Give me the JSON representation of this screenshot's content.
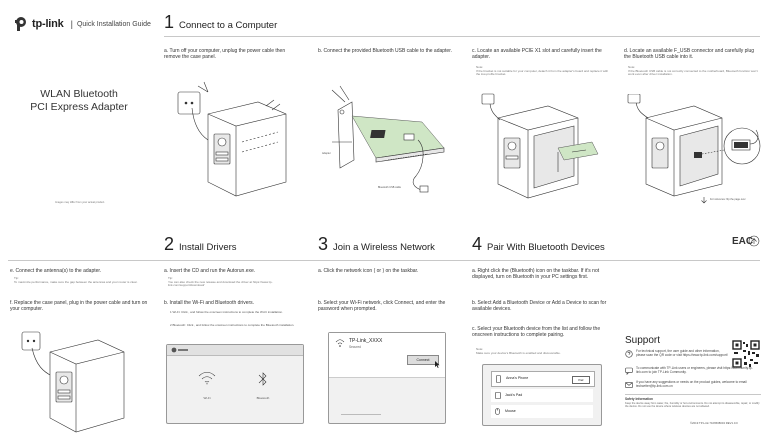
{
  "brand": {
    "logo_text": "tp-link",
    "guide_title": "Quick Installation Guide"
  },
  "product": {
    "line1": "WLAN Bluetooth",
    "line2": "PCI Express Adapter",
    "disclaimer": "Images may differ from your actual product."
  },
  "section1": {
    "number": "1",
    "title": "Connect to a Computer",
    "steps": {
      "a": "a. Turn off your computer, unplug the power cable then remove the case panel.",
      "b": "b. Connect the provided Bluetooth USB cable to the adapter.",
      "c": "c. Locate an available PCIE X1 slot and carefully insert the adapter.",
      "c_note_label": "Note:",
      "c_note": "If the bracket is not suitable for your computer, detach it from the adapter's board and replace it with the low-profile bracket.",
      "d": "d. Locate an available F_USB connector and carefully plug the Bluetooth USB cable into it.",
      "d_note_label": "Note:",
      "d_note": "If the Bluetooth USB cable is not correctly connected to the motherboard, Bluetooth function won't work even after driver installation.",
      "e": "e. Connect the antenna(s) to the adapter.",
      "e_tip_label": "Tip:",
      "e_tip": "To maximize performance, make sure the gap between the antennas and your router is clear.",
      "f": "f. Replace the case panel, plug in the power cable and turn on your computer."
    },
    "captions": {
      "adapter": "Adapter",
      "cable": "Bluetooth USB cable",
      "arrow_note": "For reference: flip the page over"
    }
  },
  "section2": {
    "number": "2",
    "title": "Install Drivers",
    "a": "a. Insert the CD and run the Autorun.exe.",
    "a_tip_label": "Tip:",
    "a_tip": "You can also check the new release and download the driver at https://www.tp-link.com/support/download/",
    "b": "b. Install the Wi-Fi and Bluetooth drivers.",
    "b1": "1 Wi-Fi: Click , and follow the onscreen instructions to complete the Wi-Fi installation.",
    "b2": "2 Bluetooth: Click , and follow the onscreen instructions to complete the Bluetooth installation.",
    "ui_wifi_label": "Wi-Fi",
    "ui_bt_label": "Bluetooth"
  },
  "section3": {
    "number": "3",
    "title": "Join a Wireless Network",
    "a": "a. Click the network icon ( or ) on the taskbar.",
    "b": "b. Select your Wi-Fi network, click Connect, and enter the password when prompted.",
    "network_name": "TP-Link_XXXX",
    "network_status": "Secured",
    "connect_label": "Connect"
  },
  "section4": {
    "number": "4",
    "title": "Pair With Bluetooth Devices",
    "a": "a. Right click the (Bluetooth) icon on the taskbar. If it's not displayed, turn on Bluetooth in your PC settings first.",
    "b": "b. Select Add a Bluetooth Device or Add a Device to scan for available devices.",
    "c": "c. Select your Bluetooth device from the list and follow the onscreen instructions to complete pairing.",
    "c_note_label": "Note:",
    "c_note": "Make sure your device's Bluetooth is enabled and discoverable.",
    "devices": [
      "Anna's Phone",
      "Jack's Pad",
      "Mouse"
    ],
    "pair_label": "Pair"
  },
  "support": {
    "title": "Support",
    "line1": "For technical support, the user guide and other information, please scan the QR code or visit https://www.tp-link.com/support/",
    "line2": "To communicate with TP-Link users or engineers, please visit https://community.tp-link.com to join TP-Link Community.",
    "line3": "If you have any suggestions or needs on the product guides, welcome to email techwriter@tp-link.com.cn",
    "safety_title": "Safety Information",
    "safety": "Keep the device away from water, fire, humidity or hot environments. Do not attempt to disassemble, repair, or modify the device. Do not use the device where wireless devices are not allowed.",
    "copyright": "©2019 TP-Link 7106508043 REV1.0.0"
  },
  "marks": {
    "eac": "EAC"
  }
}
